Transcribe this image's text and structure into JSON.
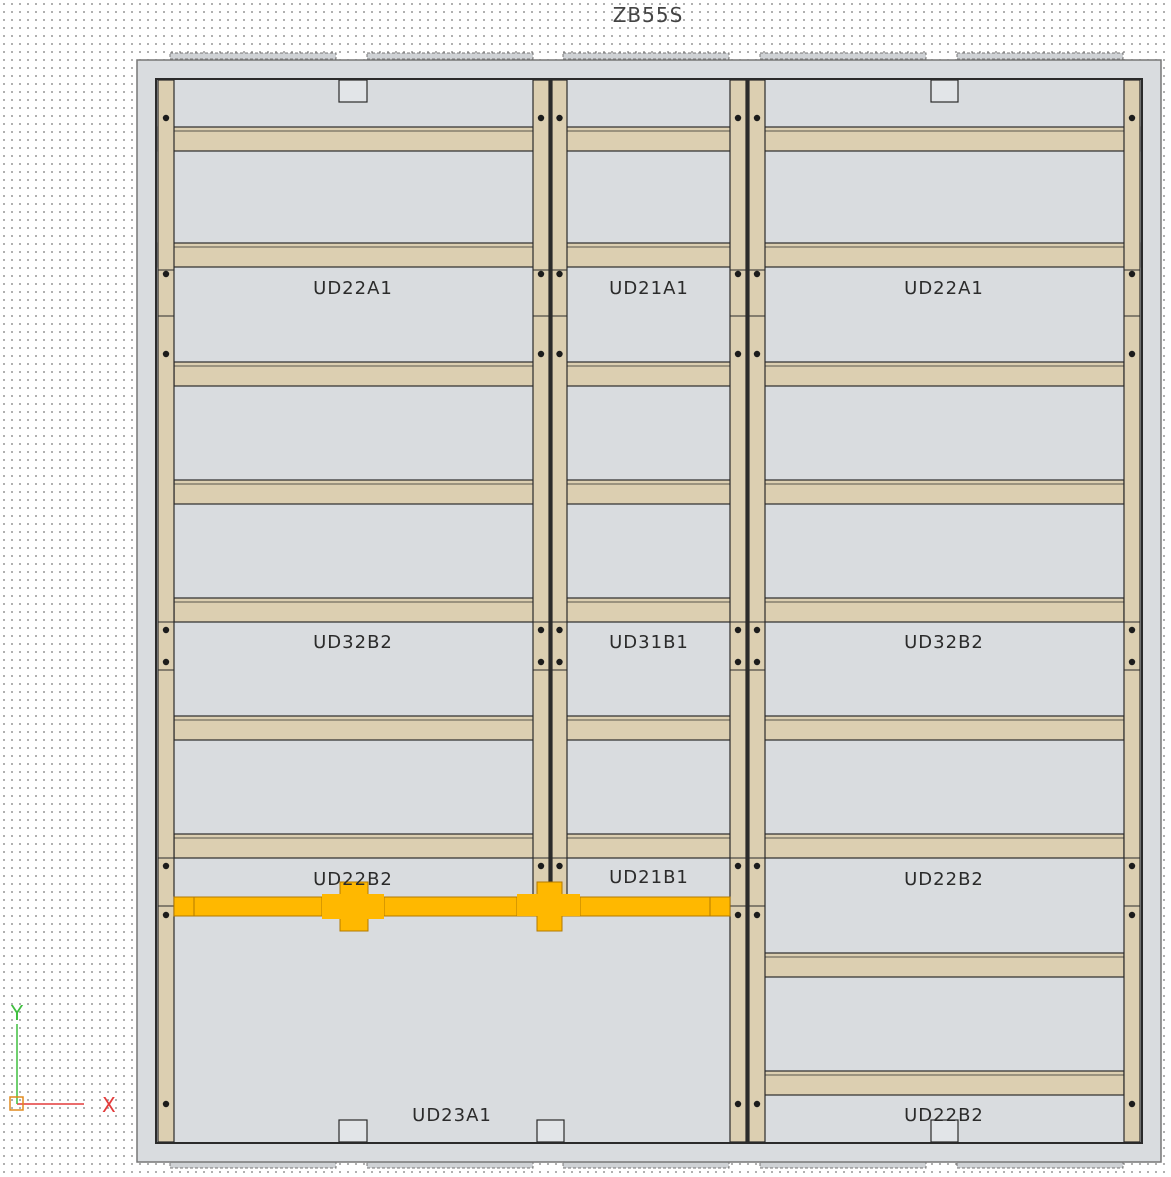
{
  "title": "ZB55S",
  "labels": {
    "l1": "UD22A1",
    "m1": "UD21A1",
    "r1": "UD22A1",
    "l2": "UD32B2",
    "m2": "UD31B1",
    "r2": "UD32B2",
    "l3": "UD22B2",
    "m3": "UD21B1",
    "r3": "UD22B2",
    "bottom_left": "UD23A1",
    "r4": "UD22B2"
  },
  "axis": {
    "x_label": "X",
    "y_label": "Y"
  },
  "colors": {
    "panel": "#d9dcdf",
    "rail": "#dccfb1",
    "highlight": "#ffb800",
    "outline": "#2b2b2b",
    "axis_x": "#e33b3b",
    "axis_y": "#3fbf3f"
  }
}
